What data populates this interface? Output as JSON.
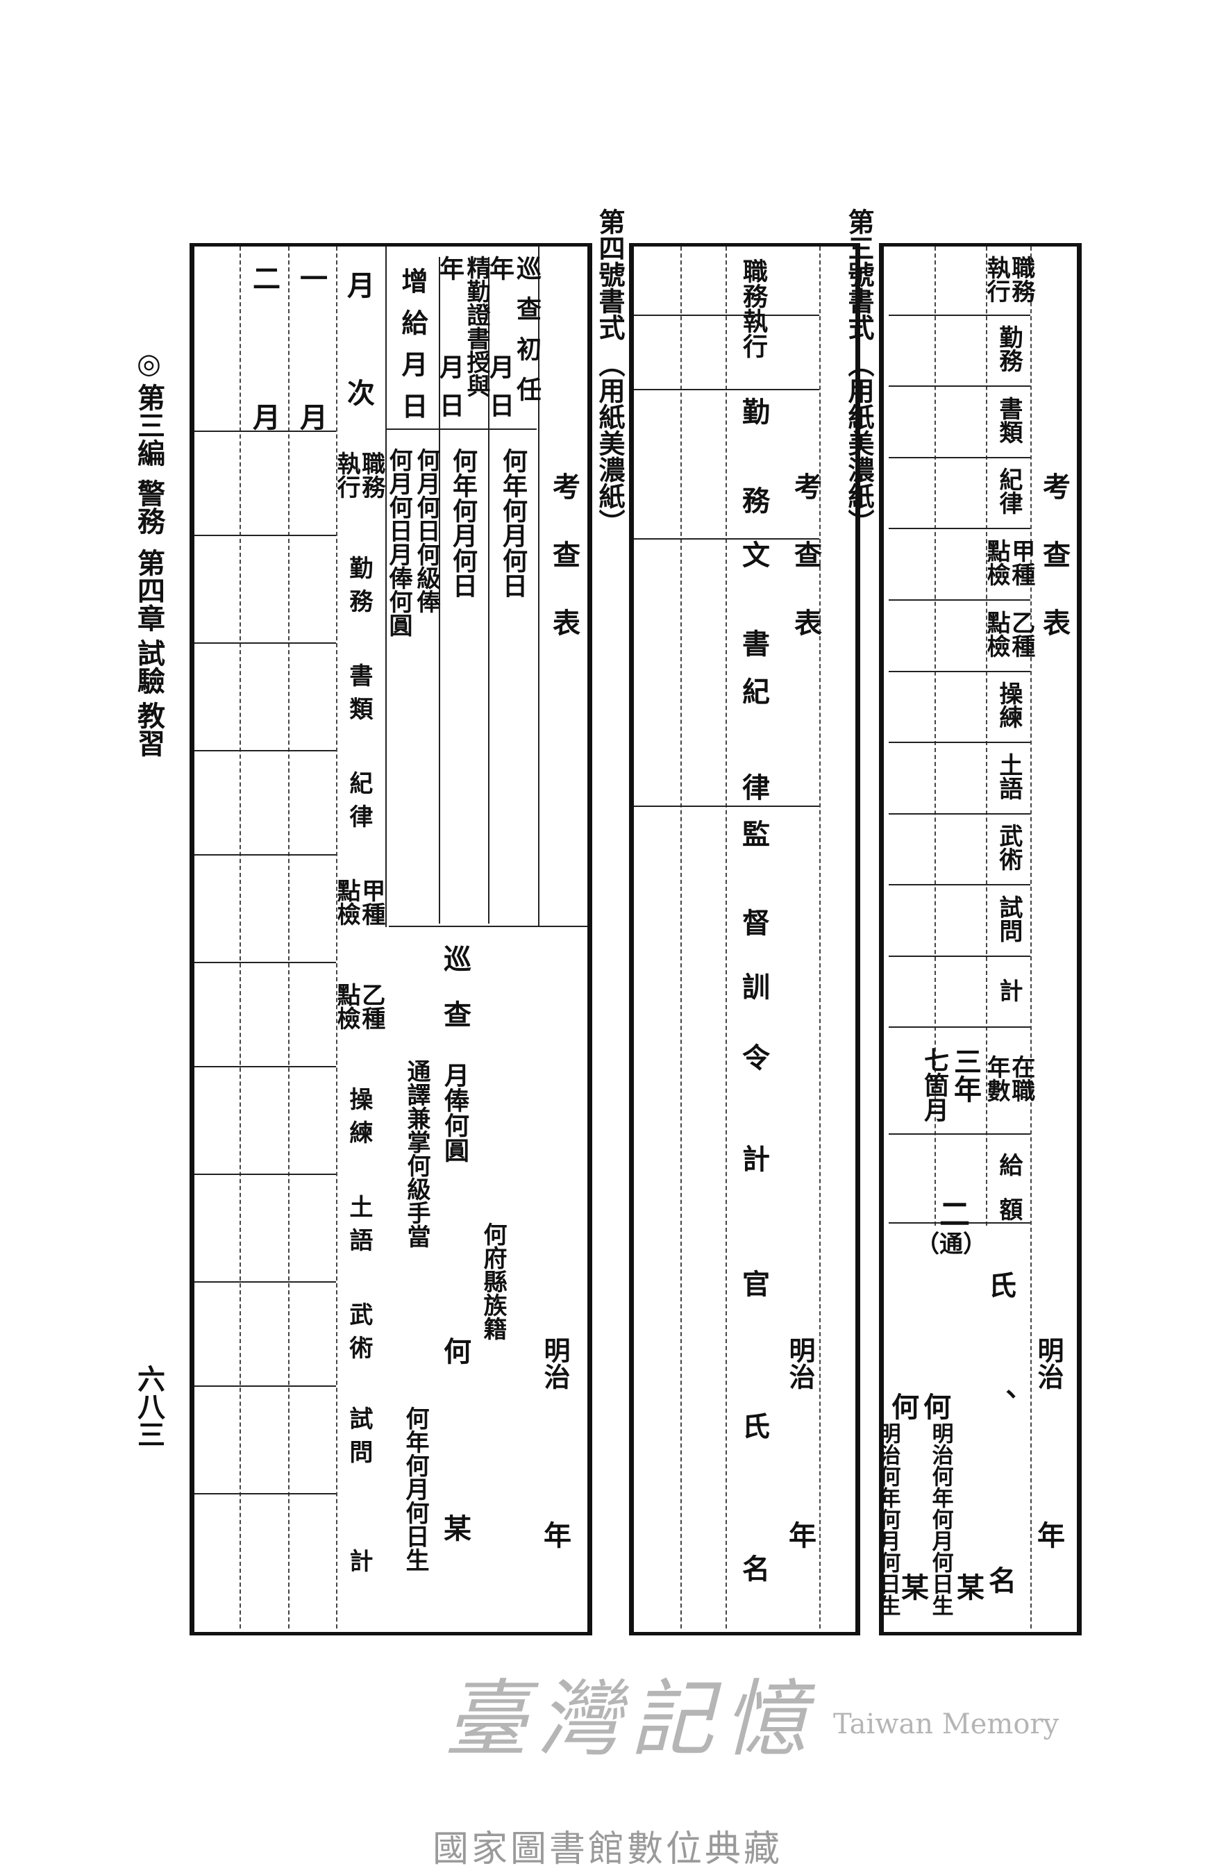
{
  "margin": {
    "running_head_mark": "◎",
    "running_head": [
      "第三編",
      "警務",
      "第四章",
      "試驗",
      "教習"
    ],
    "page_number": "六八三"
  },
  "form3": {
    "label": "第三號書式",
    "paper": "（用紙美濃紙）",
    "title": "考查表",
    "headers": [
      "職務執行",
      "勤務",
      "書類",
      "紀律",
      "甲種點檢",
      "乙種點檢",
      "操練",
      "土語",
      "武術",
      "試問",
      "計",
      "在職年數",
      "給額"
    ],
    "service_years": {
      "years": "三年",
      "months": "七箇月"
    },
    "allowance": "二",
    "allowance_note": "（通）",
    "name_label_1": "氏",
    "name_sep": "、",
    "name_label_2": "名",
    "era": "明治",
    "year_suffix": "年",
    "persons": [
      {
        "surname": "何",
        "given": "某",
        "birth": "明治何年何月何日生"
      },
      {
        "surname": "何",
        "given": "某",
        "birth": "明治何年何月何日生"
      }
    ]
  },
  "form3_variant": {
    "title": "考查表",
    "headers": [
      "職務執行",
      "勤務",
      "文書",
      "紀律",
      "監督",
      "訓令",
      "計",
      "官氏名"
    ],
    "era": "明治",
    "year_suffix": "年"
  },
  "form4": {
    "label": "第四號書式",
    "paper": "（用紙美濃紙）",
    "title": "考查表",
    "first_appointment": {
      "label": "巡查初任",
      "y": "年",
      "m": "月",
      "d": "日",
      "value": "何年何月何日"
    },
    "diligence_cert": {
      "label": "精勤證書授與",
      "y": "年",
      "m": "月",
      "d": "日",
      "value": "何年何月何日"
    },
    "raise": {
      "label": "增給月日",
      "value_1": "何月何日何級俸",
      "value_2": "何月何日月俸何圓"
    },
    "rank": "巡查",
    "salary": "月俸何圓",
    "interpreter": "通譯兼掌何級手當",
    "domicile": "何府縣族籍",
    "surname": "何",
    "given": "某",
    "birth": "何年何月何日生",
    "era": "明治",
    "year_suffix": "年",
    "month_col_header": [
      "月",
      "次"
    ],
    "row_headers": [
      "職務執行",
      "勤務",
      "書類",
      "紀律",
      "甲種點檢",
      "乙種點檢",
      "操練",
      "土語",
      "武術",
      "試問",
      "計"
    ],
    "months": [
      "一月",
      "二月"
    ]
  },
  "watermark": {
    "text": "臺灣記憶",
    "latin": "Taiwan Memory"
  },
  "footer": "國家圖書館數位典藏"
}
